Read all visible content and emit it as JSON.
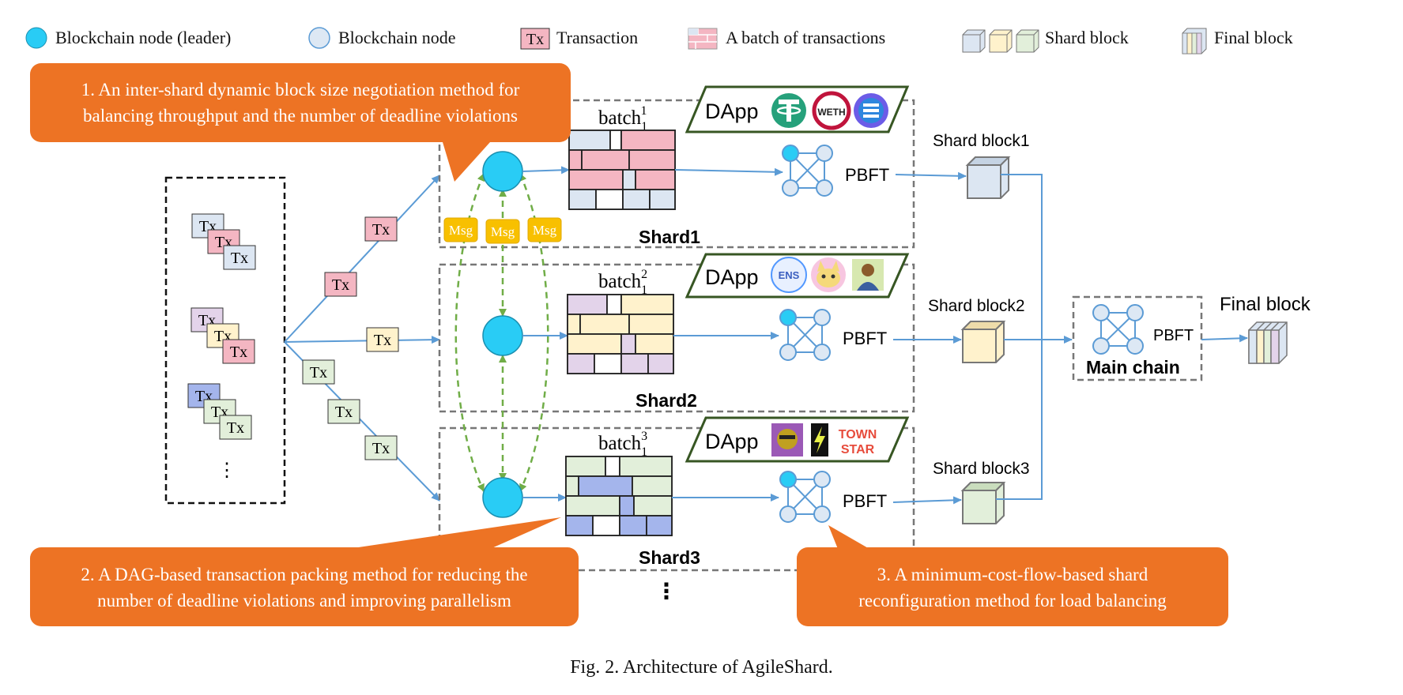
{
  "legend": {
    "leader": "Blockchain node (leader)",
    "node": "Blockchain node",
    "tx_icon": "Tx",
    "transaction": "Transaction",
    "batch": "A batch of transactions",
    "shard_block": "Shard block",
    "final_block": "Final block"
  },
  "callouts": {
    "c1_line1": "1. An inter-shard dynamic block size negotiation method for",
    "c1_line2": "balancing throughput and the number of deadline violations",
    "c2_line1": "2. A DAG-based transaction packing method for reducing the",
    "c2_line2": "number of deadline violations and improving parallelism",
    "c3_line1": "3. A minimum-cost-flow-based  shard",
    "c3_line2": "reconfiguration method for load balancing"
  },
  "tx_label": "Tx",
  "msg_label": "Msg",
  "ellipsis": "⋮",
  "batch_label": "batch",
  "batch_sub": "1",
  "shards": [
    {
      "name": "Shard1",
      "dapp": "DApp",
      "sup": "1",
      "pbft": "PBFT",
      "block": "Shard block1",
      "dapp_icons": [
        "tether-icon",
        "weth-icon",
        "ethereum-name-icon"
      ],
      "weth_text": "WETH"
    },
    {
      "name": "Shard2",
      "dapp": "DApp",
      "sup": "2",
      "pbft": "PBFT",
      "block": "Shard block2",
      "dapp_icons": [
        "ens-icon",
        "cryptokitty-icon",
        "avatar-icon"
      ],
      "ens_text": "ENS"
    },
    {
      "name": "Shard3",
      "dapp": "DApp",
      "sup": "3",
      "pbft": "PBFT",
      "block": "Shard block3",
      "dapp_icons": [
        "ape-icon",
        "lightning-icon",
        "townstar-icon"
      ],
      "town_text": "TOWN",
      "star_text": "STAR"
    }
  ],
  "main_chain": {
    "label": "Main chain",
    "pbft": "PBFT"
  },
  "final_block_label": "Final block",
  "caption": "Fig. 2.  Architecture of AgileShard.",
  "colors": {
    "orange": "#ED7324",
    "leader": "#29CCF5",
    "node": "#DDE8F4",
    "tx_pink": "#F4B6C2",
    "tx_blue": "#DCE6F2",
    "tx_purple": "#E3D3EA",
    "tx_yellow": "#FFF2CC",
    "tx_green": "#E2EFDA",
    "tx_indigo": "#A4B5EC",
    "msg": "#F8C000",
    "line_blue": "#5B9BD5",
    "dash_green": "#70AD47"
  }
}
